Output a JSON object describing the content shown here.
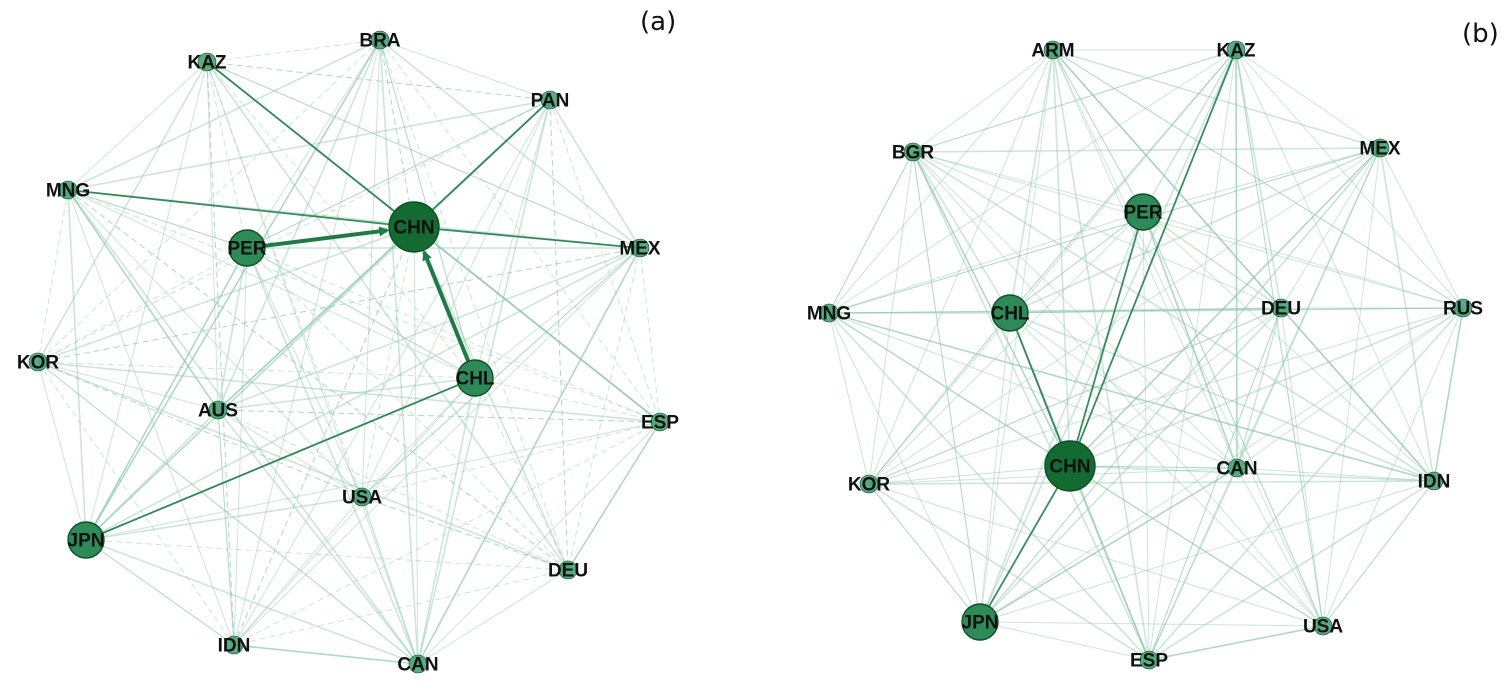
{
  "colors": {
    "edge": "#8fc7ab",
    "edge_strong": "#1f7a45",
    "node_big": "#146b32",
    "node_mid": "#2e8b57",
    "node_small": "#3d9b6c",
    "node_stroke": "#0f4f27"
  },
  "panels": [
    {
      "label": "(a)",
      "nodes": [
        {
          "id": "BRA",
          "label": "BRA",
          "size": "small"
        },
        {
          "id": "KAZ",
          "label": "KAZ",
          "size": "small"
        },
        {
          "id": "PAN",
          "label": "PAN",
          "size": "small"
        },
        {
          "id": "MNG",
          "label": "MNG",
          "size": "small"
        },
        {
          "id": "CHN",
          "label": "CHN",
          "size": "big"
        },
        {
          "id": "PER",
          "label": "PER",
          "size": "mid"
        },
        {
          "id": "MEX",
          "label": "MEX",
          "size": "small"
        },
        {
          "id": "KOR",
          "label": "KOR",
          "size": "small"
        },
        {
          "id": "CHL",
          "label": "CHL",
          "size": "mid"
        },
        {
          "id": "AUS",
          "label": "AUS",
          "size": "small"
        },
        {
          "id": "ESP",
          "label": "ESP",
          "size": "small"
        },
        {
          "id": "USA",
          "label": "USA",
          "size": "small"
        },
        {
          "id": "JPN",
          "label": "JPN",
          "size": "mid"
        },
        {
          "id": "DEU",
          "label": "DEU",
          "size": "small"
        },
        {
          "id": "IDN",
          "label": "IDN",
          "size": "small"
        },
        {
          "id": "CAN",
          "label": "CAN",
          "size": "small"
        }
      ],
      "strong_edges": [
        {
          "from": "PER",
          "to": "CHN",
          "arrow": true
        },
        {
          "from": "CHL",
          "to": "CHN",
          "arrow": true
        },
        {
          "from": "JPN",
          "to": "CHL",
          "arrow": false
        },
        {
          "from": "MNG",
          "to": "CHN",
          "arrow": false
        },
        {
          "from": "KAZ",
          "to": "CHN",
          "arrow": false
        },
        {
          "from": "CHN",
          "to": "MEX",
          "arrow": false
        },
        {
          "from": "PAN",
          "to": "CHN",
          "arrow": false
        }
      ]
    },
    {
      "label": "(b)",
      "nodes": [
        {
          "id": "ARM",
          "label": "ARM",
          "size": "small"
        },
        {
          "id": "KAZ",
          "label": "KAZ",
          "size": "small"
        },
        {
          "id": "BGR",
          "label": "BGR",
          "size": "small"
        },
        {
          "id": "MEX",
          "label": "MEX",
          "size": "small"
        },
        {
          "id": "PER",
          "label": "PER",
          "size": "mid"
        },
        {
          "id": "MNG",
          "label": "MNG",
          "size": "small"
        },
        {
          "id": "CHL",
          "label": "CHL",
          "size": "mid"
        },
        {
          "id": "DEU",
          "label": "DEU",
          "size": "small"
        },
        {
          "id": "RUS",
          "label": "RUS",
          "size": "small"
        },
        {
          "id": "CHN",
          "label": "CHN",
          "size": "big"
        },
        {
          "id": "CAN",
          "label": "CAN",
          "size": "small"
        },
        {
          "id": "KOR",
          "label": "KOR",
          "size": "small"
        },
        {
          "id": "IDN",
          "label": "IDN",
          "size": "small"
        },
        {
          "id": "JPN",
          "label": "JPN",
          "size": "mid"
        },
        {
          "id": "USA",
          "label": "USA",
          "size": "small"
        },
        {
          "id": "ESP",
          "label": "ESP",
          "size": "small"
        }
      ],
      "strong_edges": [
        {
          "from": "CHL",
          "to": "CHN",
          "arrow": false
        },
        {
          "from": "PER",
          "to": "CHN",
          "arrow": false
        },
        {
          "from": "CHN",
          "to": "JPN",
          "arrow": false
        },
        {
          "from": "KAZ",
          "to": "CHN",
          "arrow": false
        }
      ]
    }
  ]
}
